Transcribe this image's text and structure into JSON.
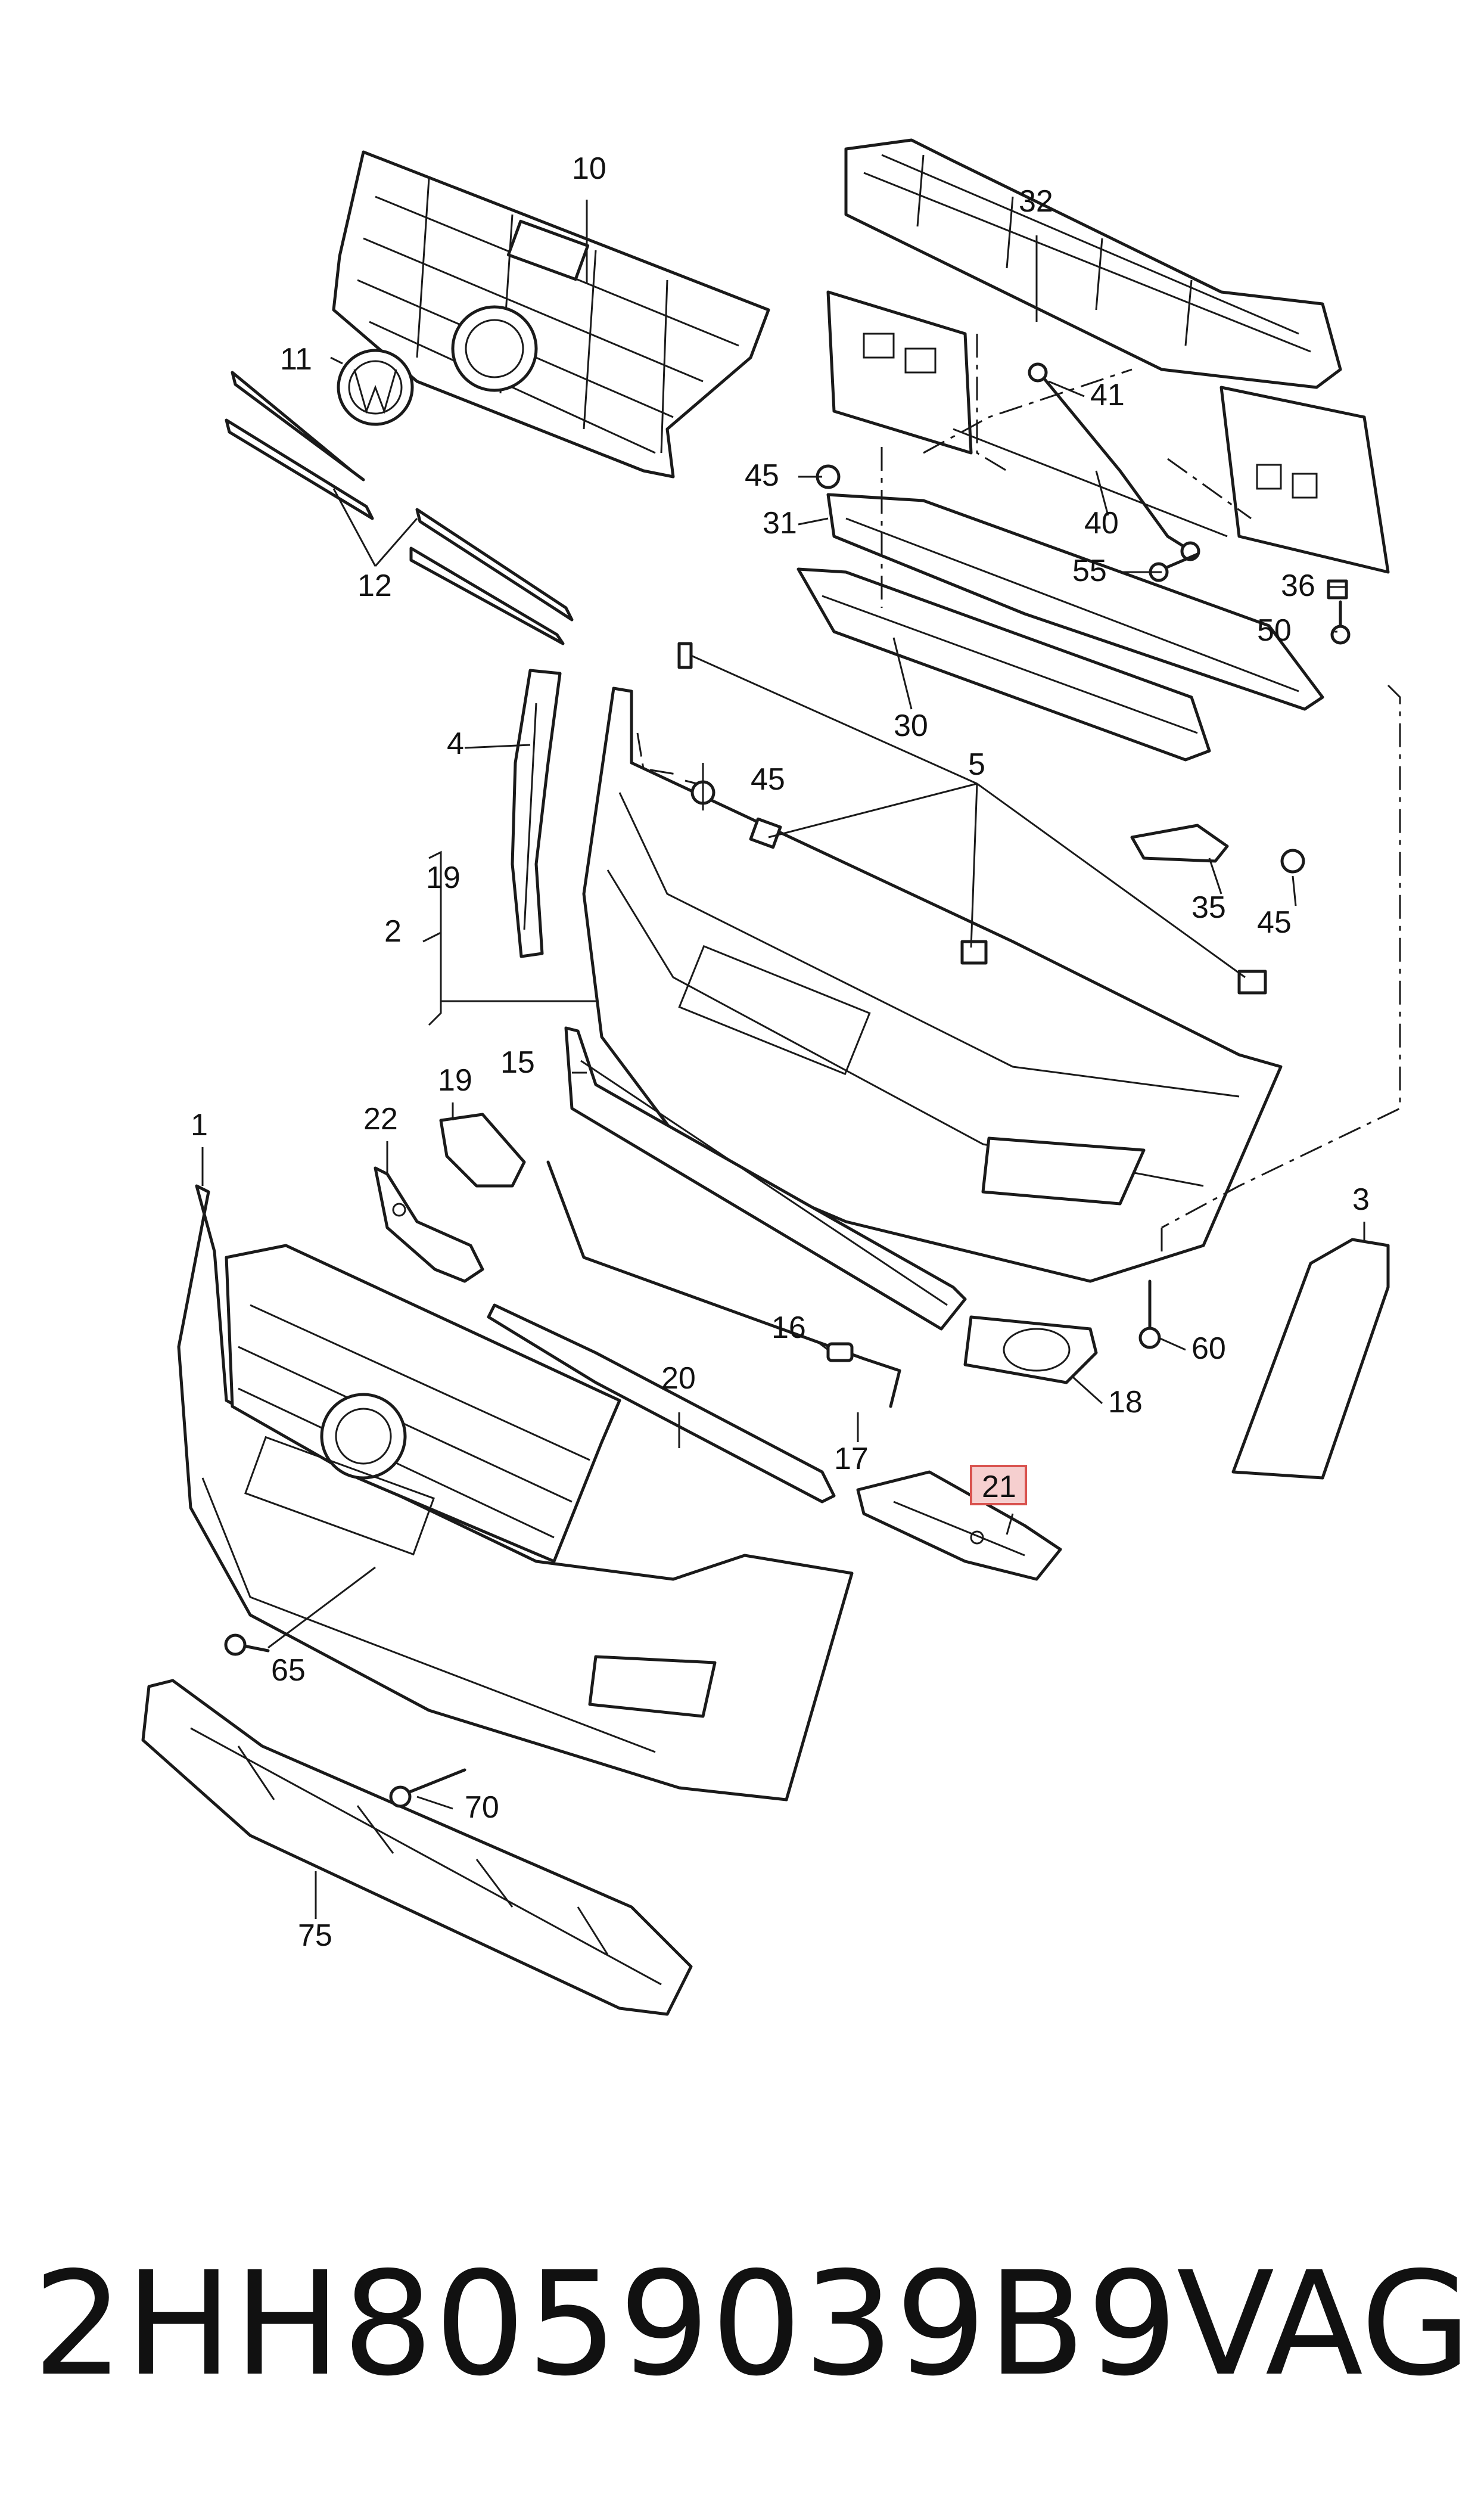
{
  "callouts": {
    "c1": "1",
    "c2": "2",
    "c3": "3",
    "c4": "4",
    "c5": "5",
    "c10": "10",
    "c11": "11",
    "c12": "12",
    "c15": "15",
    "c16": "16",
    "c17": "17",
    "c18": "18",
    "c19a": "19",
    "c19b": "19",
    "c20": "20",
    "c21": "21",
    "c22": "22",
    "c30": "30",
    "c31": "31",
    "c32": "32",
    "c35": "35",
    "c36": "36",
    "c40": "40",
    "c41": "41",
    "c45a": "45",
    "c45b": "45",
    "c45c": "45",
    "c50": "50",
    "c55": "55",
    "c60": "60",
    "c65": "65",
    "c70": "70",
    "c75": "75"
  },
  "highlighted_callout": "21",
  "colors": {
    "line": "#1a1a1a",
    "highlight_fill": "#f6cfcf",
    "highlight_border": "#d9534f"
  },
  "footer": {
    "part_number": "2HH8059039B9",
    "brand": "VAG"
  }
}
